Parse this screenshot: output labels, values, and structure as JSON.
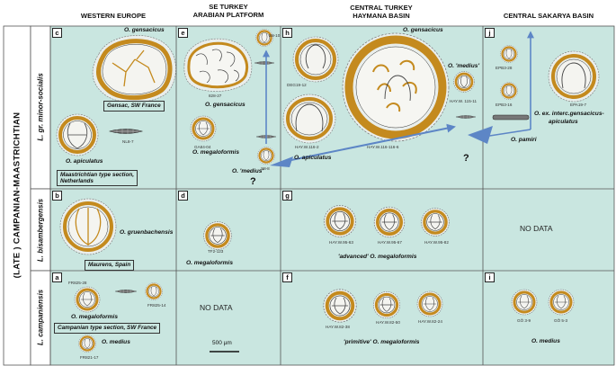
{
  "period_label": "(LATE ) CAMPANIAN-MAASTRICHTIAN",
  "zones": {
    "upper": "L. gr. minor-socialis",
    "middle": "L. bisambergensis",
    "lower": "L. campaniensis"
  },
  "columns": {
    "western_europe": "WESTERN EUROPE",
    "se_turkey_1": "SE TURKEY",
    "se_turkey_2": "ARABIAN PLATFORM",
    "central_turkey_1": "CENTRAL TURKEY",
    "central_turkey_2": "HAYMANA BASIN",
    "central_sakarya": "CENTRAL SAKARYA BASIN"
  },
  "panels": {
    "a": "a",
    "b": "b",
    "c": "c",
    "d": "d",
    "e": "e",
    "f": "f",
    "g": "g",
    "h": "h",
    "i": "i",
    "j": "j"
  },
  "species": {
    "c_gensacicus": "O. gensacicus",
    "c_apiculatus": "O. apiculatus",
    "b_gruenbachensis": "O. gruenbachensis",
    "a_megaloformis": "O. megaloformis",
    "a_medius": "O. medius",
    "e_gensacicus": "O. gensacicus",
    "e_megaloformis": "O. megaloformis",
    "e_medius": "O. 'medius'",
    "d_megaloformis": "O. megaloformis",
    "h_gensacicus": "O. gensacicus",
    "h_apiculatus": "O. apiculatus",
    "h_medius": "O. 'medius'",
    "g_label": "'advanced' O. megaloformis",
    "f_label": "'primitive' O. megaloformis",
    "i_medius": "O. medius",
    "j_interc_1": "O. ex. interc.gensacicus-",
    "j_interc_2": "apiculatus",
    "j_pamiri": "O. pamiri"
  },
  "localities": {
    "gensac": "Gensac, SW France",
    "maastrichtian_1": "Maastrichtian type section,",
    "maastrichtian_2": "Netherlands",
    "maurens": "Maurens, Spain",
    "campanian": "Campanian type section, SW France"
  },
  "specimens": {
    "nl": "NL8-7",
    "fr28": "FR825-28",
    "fr14": "FR825-14",
    "fr17": "FR821-17",
    "e827": "828-27",
    "b910": "B8-10",
    "ga": "GA84-04",
    "s8": "S8-8",
    "tf": "TF2-123",
    "deg": "DEG19-12",
    "hay1162": "HAY.W.116-2",
    "hay1166": "HAY.W.116-116-6",
    "hay11511": "HAY.W. 115-11",
    "hay9563": "HAY.W.95-63",
    "hay9567": "HAY.W.95-67",
    "hay9582": "HAY.W.95-82",
    "hay8238": "HAY.W.82-38",
    "hay8250": "HAY.W.82-50",
    "hay8224": "HAY.W.82-24",
    "go39": "GÖ 3-9",
    "go53": "GÖ 5-3",
    "epb28": "EPB3-28",
    "epb16": "EPB3-16",
    "epa": "EPA19-7"
  },
  "no_data": "NO DATA",
  "question_mark": "?",
  "scale_bar": "500 µm",
  "colors": {
    "background": "#c9e6e0",
    "wall": "#c48a1e",
    "arrow": "#5d86c6",
    "grid": "#555555"
  }
}
